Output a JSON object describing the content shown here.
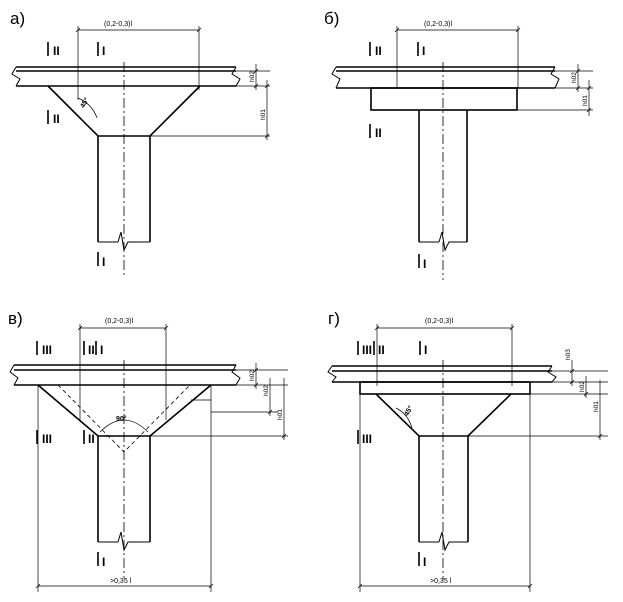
{
  "panels": {
    "a": {
      "label": "а)",
      "top_dim": "(0,2-0,3)l",
      "angle": "45°",
      "h2": "h02",
      "h1": "h01",
      "sec_top_left": "II",
      "sec_top_right": "I",
      "sec_mid": "II",
      "sec_bottom": "I"
    },
    "b": {
      "label": "б)",
      "top_dim": "(0,2-0,3)l",
      "h2": "h02",
      "h1": "h01",
      "sec_top_left": "II",
      "sec_top_right": "I",
      "sec_mid": "II",
      "sec_bottom": "I"
    },
    "v": {
      "label": "в)",
      "top_dim": "(0,2-0,3)l",
      "angle": "90°",
      "h2": "h02",
      "h1": "h01",
      "sec_top_1": "III",
      "sec_top_2": "II",
      "sec_top_3": "I",
      "sec_mid_1": "III",
      "sec_mid_2": "II",
      "sec_bottom": "I",
      "bottom_dim": ">0,35 l"
    },
    "g": {
      "label": "г)",
      "top_dim": "(0,2-0,3)l",
      "angle": "45°",
      "h3": "h03",
      "h2": "h02",
      "h1": "h01",
      "sec_top_1": "III",
      "sec_top_2": "II",
      "sec_top_3": "I",
      "sec_mid": "III",
      "sec_bottom": "I",
      "bottom_dim": ">0,35 l"
    }
  }
}
